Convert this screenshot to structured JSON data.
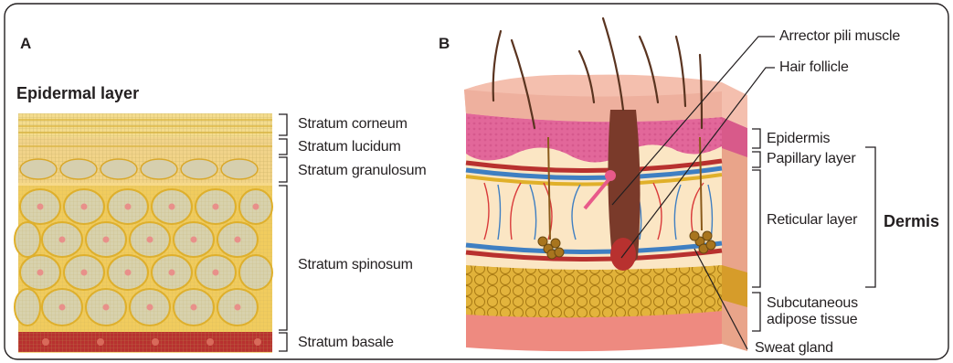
{
  "panels": {
    "a": {
      "letter": "A",
      "title": "Epidermal layer"
    },
    "b": {
      "letter": "B"
    }
  },
  "epidermis_layers": [
    "Stratum corneum",
    "Stratum lucidum",
    "Stratum granulosum",
    "Stratum spinosum",
    "Stratum basale"
  ],
  "skin_labels": {
    "arrector": "Arrector pili muscle",
    "follicle": "Hair follicle",
    "epidermis": "Epidermis",
    "papillary": "Papillary layer",
    "reticular": "Reticular layer",
    "dermis": "Dermis",
    "subcut_line1": "Subcutaneous",
    "subcut_line2": "adipose tissue",
    "sweat": "Sweat gland"
  },
  "colors": {
    "border": "#231f20",
    "cell_fill": "#f2e6a8",
    "cell_border": "#e6b82e",
    "nucleus": "#e8908a",
    "basale": "#b8312f",
    "skin_top": "#f2b7a6",
    "epidermis_pink": "#e2679a",
    "dermis_cream": "#fbe6c4",
    "fat": "#d9a82a",
    "muscle_base": "#ee8a80",
    "vein": "#3f7fc2",
    "artery": "#d93a3a",
    "hair": "#5a3420"
  }
}
